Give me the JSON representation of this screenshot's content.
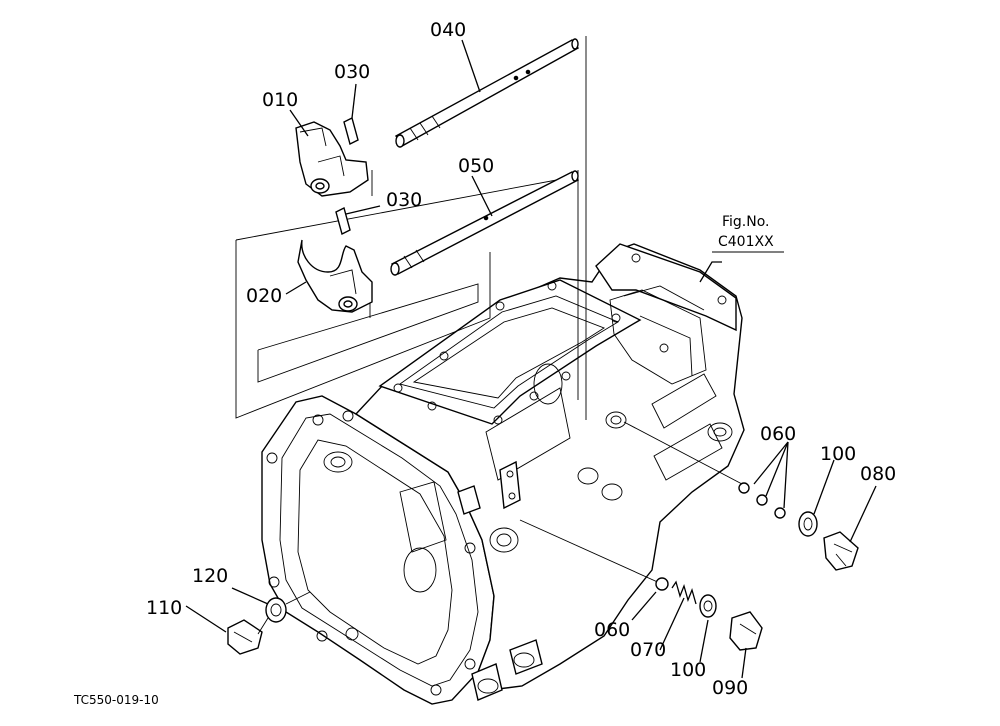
{
  "diagram": {
    "fig_ref_title": "Fig.No.",
    "fig_ref_number": "C401XX",
    "drawing_code": "TC550-019-10",
    "callouts": {
      "p010": "010",
      "p020": "020",
      "p030a": "030",
      "p030b": "030",
      "p040": "040",
      "p050": "050",
      "p060a": "060",
      "p060b": "060",
      "p070": "070",
      "p080": "080",
      "p090": "090",
      "p100a": "100",
      "p100b": "100",
      "p110": "110",
      "p120": "120"
    }
  }
}
